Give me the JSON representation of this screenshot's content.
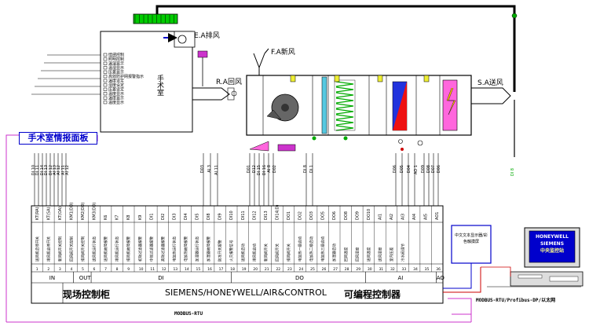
{
  "room": {
    "ea_label": "E.A排风",
    "fa_label": "F.A新风",
    "ra_label": "R.A回风",
    "sa_label": "S.A送风",
    "or_label": "手术室",
    "or_signals": [
      "情感控制",
      "照明控制",
      "温湿显示",
      "温湿显示",
      "压差显示",
      "高效防护网报警指示",
      "温度设定",
      "湿度设定",
      "压差设定",
      "温度显示",
      "温度显示",
      "温度显示"
    ]
  },
  "info_panel": {
    "label": "手术室情报面板"
  },
  "field_tags_upper": {
    "left": [
      "DI 10",
      "DI 11",
      "DI 14",
      "DI 13",
      "DI 12",
      "AI 13",
      "AI 12",
      "AI 11",
      "AI 12"
    ],
    "mid1": [
      "D03",
      "AI 3",
      "AI 11"
    ],
    "mid2": [
      "D01",
      "D12",
      "DI 15",
      "DI 16",
      "AI 8",
      "D02"
    ],
    "mid3": [
      "DI 8",
      "DI 1"
    ],
    "mid4": [
      "D06",
      "D05",
      "D04",
      "AO 1"
    ],
    "mid5": [
      "D09",
      "D08",
      "D07",
      "D06"
    ],
    "far": "DI 8"
  },
  "controller": {
    "title_left": "现场控制柜",
    "title_mid": "SIEMENS/HONEYWELL/AIR&CONTROL",
    "title_right": "可编程控制器",
    "groups": [
      {
        "label": "IN",
        "width": 57
      },
      {
        "label": "OUT",
        "width": 24
      },
      {
        "label": "DI",
        "width": 190
      },
      {
        "label": "DO",
        "width": 182
      },
      {
        "label": "AI",
        "width": 96
      },
      {
        "label": "AO",
        "width": 9
      }
    ],
    "top_tags": [
      "KT(RA)",
      "KT(SA)",
      "KT(OA)",
      "KM1(DD)",
      "KM2(DD)",
      "KM3(DD)",
      "K6",
      "K7",
      "K8",
      "K9",
      "DI1",
      "DI2",
      "DI3",
      "DI4",
      "DI5",
      "DI8",
      "DI9",
      "DI10",
      "DI11",
      "DI12",
      "DI13",
      "DI14(D)",
      "DO1",
      "DO2",
      "DO3",
      "DO5",
      "DO6",
      "DO8",
      "DO9",
      "DO10",
      "AI1",
      "AI2",
      "AI3",
      "AI4",
      "AI5",
      "AO1"
    ],
    "cells": [
      "送风机启停开关",
      "排风机启停开关",
      "新风阀开关控制",
      "回风阀开关控制",
      "排风阀开关控制",
      "送风机运行状态",
      "送风机故障报警",
      "排风机运行状态",
      "排风机故障报警",
      "初效过滤器报警",
      "中效过滤器报警",
      "高效过滤器报警",
      "电加热运行状态",
      "电加热故障报警",
      "加湿器运行状态",
      "加湿器故障报警",
      "防冻开关报警",
      "火灾报警信号",
      "送风机启动",
      "排风机启动",
      "新风阀开关",
      "回风阀开关",
      "排风阀开关",
      "电加热一级启动",
      "电加热二级启动",
      "电加热三级启动",
      "加湿器启动",
      "回风温度",
      "回风湿度",
      "送风温度",
      "送风湿度",
      "室内压差",
      "冷水阀调节"
    ]
  },
  "remote": {
    "display_box": "中文文本显示器/彩色触摸屏",
    "monitor": [
      "HONEYWELL",
      "SIEMENS",
      "中央监控站"
    ],
    "bus_label": "MODBUS-RTU/Profibus-DP/以太网",
    "modbus_label": "MODBUS-RTU"
  },
  "colors": {
    "magenta": "#cc33cc",
    "blue": "#0000cc",
    "red": "#cc0000",
    "green": "#00aa00",
    "coil_red": "#ee1111",
    "coil_blue": "#2233dd",
    "heater_pink": "#ff66dd",
    "teal": "#008080"
  }
}
